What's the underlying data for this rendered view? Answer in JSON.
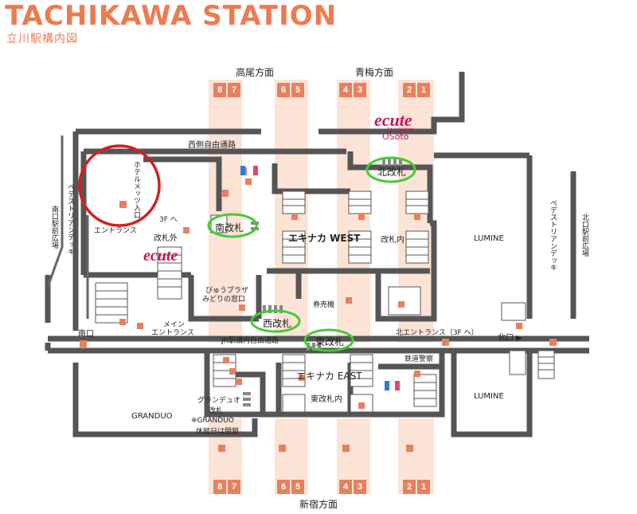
{
  "header": {
    "title": "TACHIKAWA STATION",
    "subtitle": "立川駅構内図"
  },
  "directions": {
    "top_left": "高尾方面",
    "top_right": "青梅方面",
    "bottom": "新宿方面"
  },
  "platforms_top": [
    {
      "tracks": [
        "8",
        "7"
      ]
    },
    {
      "tracks": [
        "6",
        "5"
      ]
    },
    {
      "tracks": [
        "4",
        "3"
      ]
    },
    {
      "tracks": [
        "2",
        "1"
      ]
    }
  ],
  "platforms_bottom": [
    {
      "tracks": [
        "8",
        "7"
      ]
    },
    {
      "tracks": [
        "6",
        "5"
      ]
    },
    {
      "tracks": [
        "4",
        "3"
      ]
    },
    {
      "tracks": [
        "2",
        "1"
      ]
    }
  ],
  "labels": {
    "west_passage": "西側自由通路",
    "hotel_mets": "ホテルメッツ入口",
    "to_3f": "3F へ",
    "entrance_left": "エントランス",
    "outside_gate": "改札外",
    "ecute": "ecute",
    "ecute_osoto": "ecute",
    "tachikawa_small": "TACHIKAWA",
    "osoto": "OSoto",
    "south_gate": "南改札",
    "north_gate": "北改札",
    "west_gate": "西改札",
    "east_gate": "東改札",
    "ekinaka_west": "エキナカ WEST",
    "inside_gate": "改札内",
    "view_plaza": "びゅうプラザ",
    "midori": "みどりの窓口",
    "ticket_machine": "券売機",
    "main_entrance": "メイン",
    "main_entrance2": "エントランス",
    "south_exit": "南口",
    "north_exit": "北口 ▶",
    "north_entrance": "北エントランス（3F へ）",
    "jr_passage": "JR駅構内自由通路",
    "railway_police": "鉄道警察",
    "ekinaka_east": "エキナカ EAST",
    "east_inside_gate": "東改札内",
    "granduo_gate": "グランデュオ",
    "granduo_gate2": "改札",
    "granduo": "GRANDUO",
    "granduo_note": "※GRANDUO",
    "granduo_note2": "休館日は閉鎖",
    "lumine": "LUMINE",
    "lumine_lower": "LUMINE",
    "south_plaza": "南口駅前広場",
    "pedestrian_left": "ペデストリアンデッキ",
    "pedestrian_right": "ペデストリアンデッキ",
    "north_plaza": "北口駅前広場"
  },
  "colors": {
    "accent": "#ee7a4f",
    "platform": "#e8805e",
    "platform_band": "#fbe3d6",
    "wall": "#555555",
    "highlight_red": "#d32020",
    "highlight_green": "#44cc33",
    "ecute": "#c2185b"
  }
}
